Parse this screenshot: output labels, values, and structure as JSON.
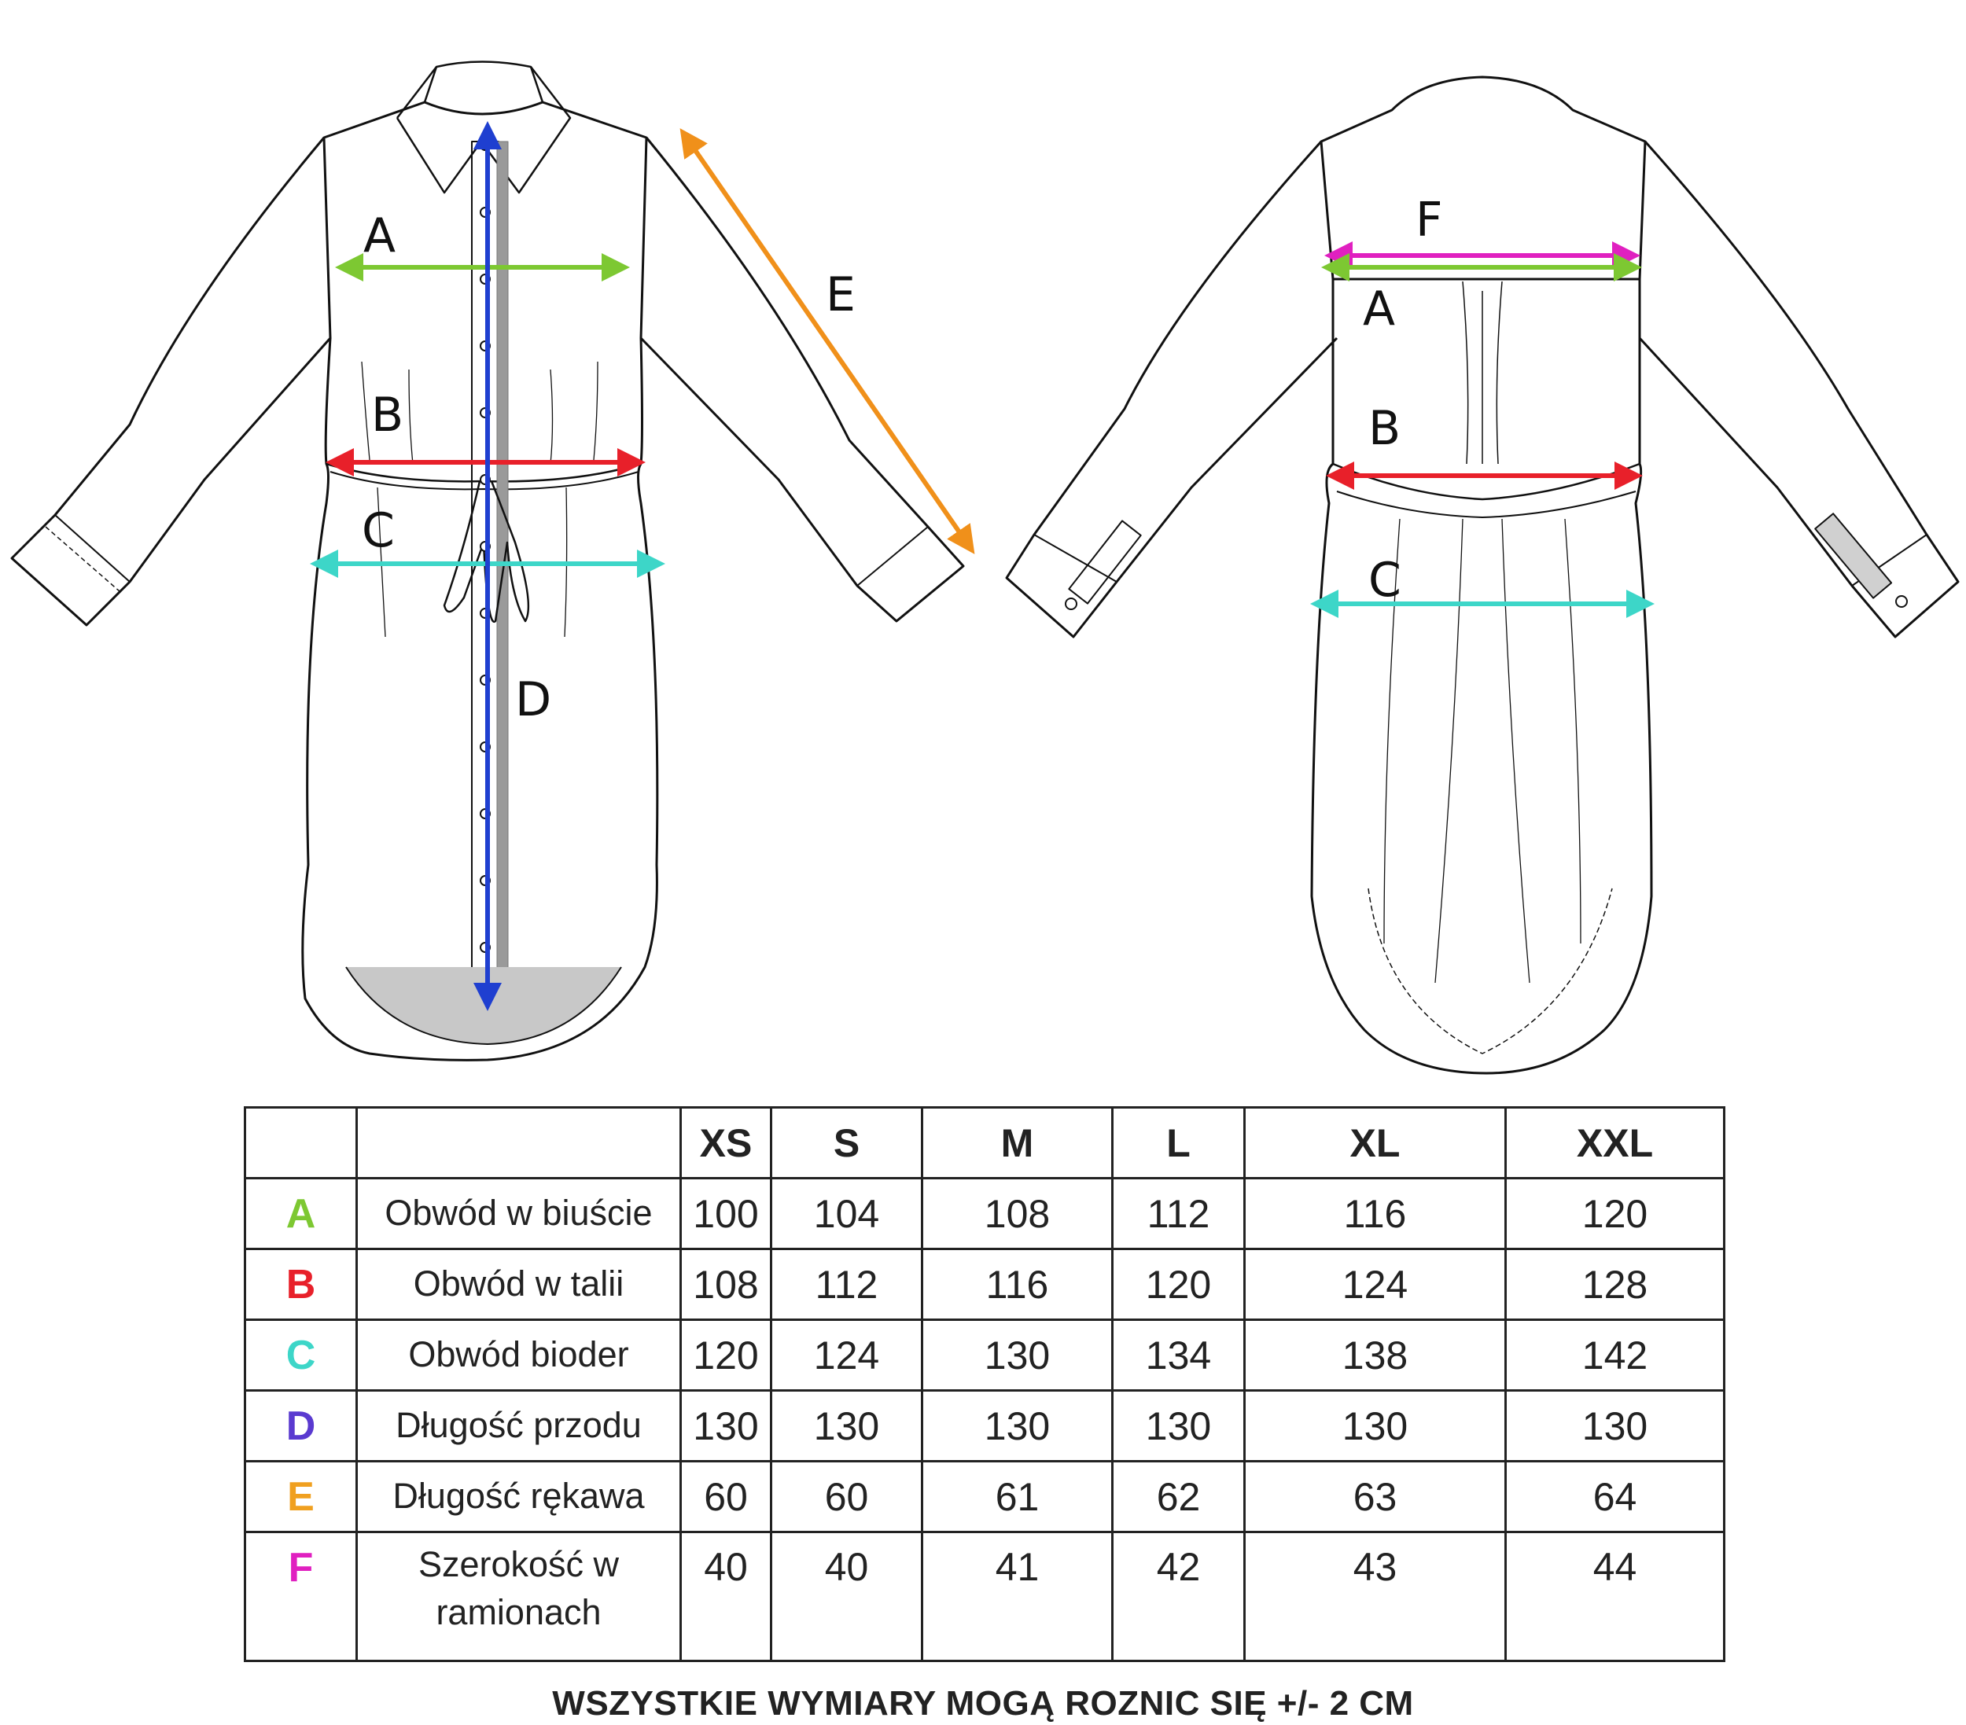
{
  "labels": {
    "front": {
      "A": "A",
      "B": "B",
      "C": "C",
      "D": "D",
      "E": "E"
    },
    "back": {
      "F": "F",
      "A": "A",
      "B": "B",
      "C": "C"
    }
  },
  "colors": {
    "A": "#7dc832",
    "B": "#e8202a",
    "C": "#3dd6c8",
    "D": "#1f3fd0",
    "E": "#f0901a",
    "F": "#e020c0",
    "D_letter": "#5a3ad0"
  },
  "table": {
    "sizes": [
      "XS",
      "S",
      "M",
      "L",
      "XL",
      "XXL"
    ],
    "rows": [
      {
        "letter": "A",
        "name": "Obwód w biuście",
        "values": [
          "100",
          "104",
          "108",
          "112",
          "116",
          "120"
        ]
      },
      {
        "letter": "B",
        "name": "Obwód w talii",
        "values": [
          "108",
          "112",
          "116",
          "120",
          "124",
          "128"
        ]
      },
      {
        "letter": "C",
        "name": "Obwód bioder",
        "values": [
          "120",
          "124",
          "130",
          "134",
          "138",
          "142"
        ]
      },
      {
        "letter": "D",
        "name": "Długość przodu",
        "values": [
          "130",
          "130",
          "130",
          "130",
          "130",
          "130"
        ]
      },
      {
        "letter": "E",
        "name": "Długość rękawa",
        "values": [
          "60",
          "60",
          "61",
          "62",
          "63",
          "64"
        ]
      },
      {
        "letter": "F",
        "name": "Szerokość w ramionach",
        "values": [
          "40",
          "40",
          "41",
          "42",
          "43",
          "44"
        ]
      }
    ]
  },
  "footnote": "WSZYSTKIE WYMIARY MOGĄ ROZNIC SIĘ +/- 2 CM"
}
